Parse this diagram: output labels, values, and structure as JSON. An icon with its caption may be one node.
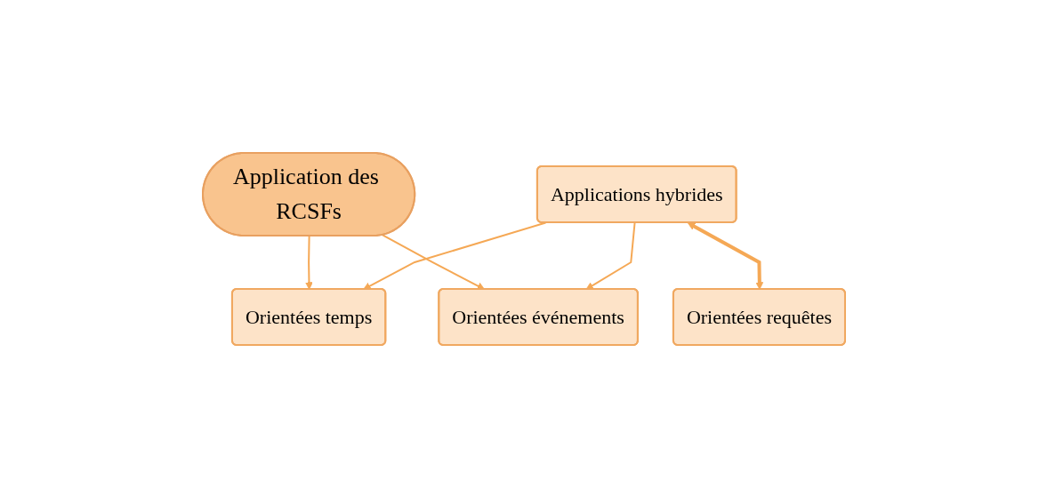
{
  "diagram": {
    "nodes": [
      {
        "text": [
          "Application des RCSFs"
        ]
      },
      {
        "text": [
          "Orientées temps"
        ]
      },
      {
        "text": [
          "Orientées requêtes"
        ]
      },
      {
        "text": [
          "Orientées événements"
        ]
      },
      {
        "text": [
          "Applications hybrides"
        ]
      }
    ],
    "edges": [
      {
        "from": 0,
        "to": 1,
        "arrow": "to"
      },
      {
        "from": 0,
        "to": 3,
        "arrow": "to"
      },
      {
        "from": 4,
        "to": 2,
        "arrow": "both",
        "style": "thick"
      },
      {
        "from": 4,
        "to": 1,
        "arrow": "to"
      },
      {
        "from": 4,
        "to": 3,
        "arrow": "to"
      }
    ]
  }
}
